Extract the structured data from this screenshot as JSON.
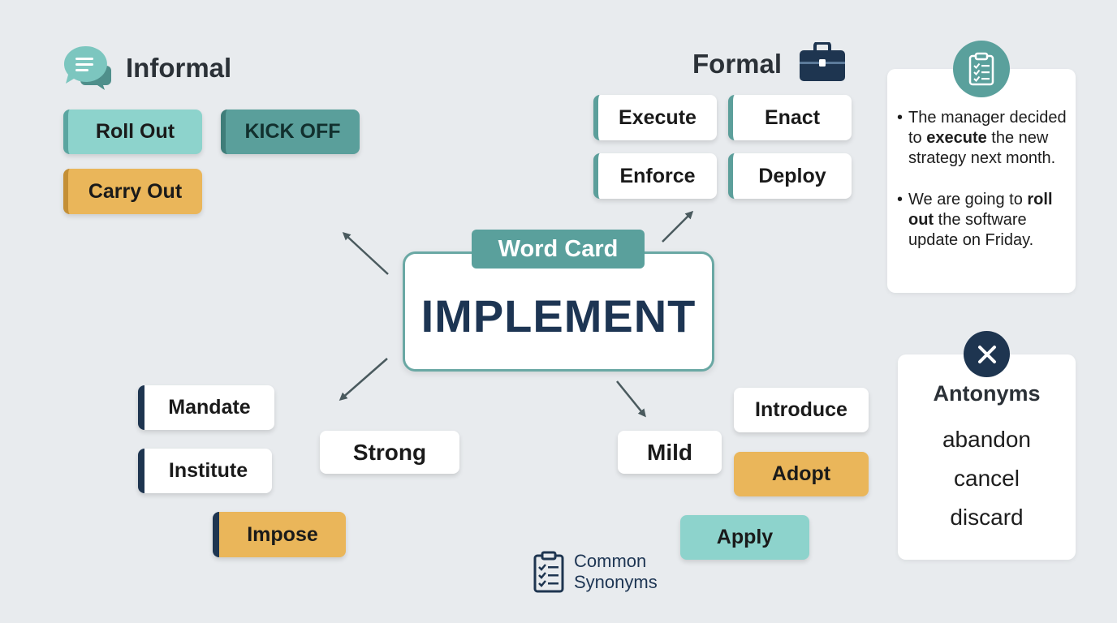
{
  "center": {
    "tab_label": "Word Card",
    "word": "IMPLEMENT"
  },
  "informal": {
    "heading": "Informal",
    "icon": "speech-bubbles-icon",
    "chips": [
      "Roll Out",
      "KICK OFF",
      "Carry Out"
    ]
  },
  "formal": {
    "heading": "Formal",
    "icon": "briefcase-icon",
    "chips": [
      "Execute",
      "Enact",
      "Enforce",
      "Deploy"
    ]
  },
  "strong": {
    "label": "Strong",
    "chips": [
      "Mandate",
      "Institute",
      "Impose"
    ]
  },
  "mild": {
    "label": "Mild",
    "chips": [
      "Introduce",
      "Adopt",
      "Apply"
    ]
  },
  "examples": {
    "icon": "clipboard-icon",
    "items": [
      {
        "before": "The manager decided to ",
        "bold": "execute",
        "after": " the new strategy next month."
      },
      {
        "before": "We are going to ",
        "bold": "roll out",
        "after": " the software update on Friday."
      }
    ]
  },
  "antonyms": {
    "icon": "x-mark-icon",
    "title": "Antonyms",
    "words": [
      "abandon",
      "cancel",
      "discard"
    ]
  },
  "footer": {
    "icon": "checklist-icon",
    "line1": "Common",
    "line2": "Synonyms"
  },
  "colors": {
    "teal": "#5aa09c",
    "teal_light": "#8dd3cc",
    "yellow": "#eab65a",
    "navy": "#1d3553",
    "background": "#e8ebee"
  }
}
